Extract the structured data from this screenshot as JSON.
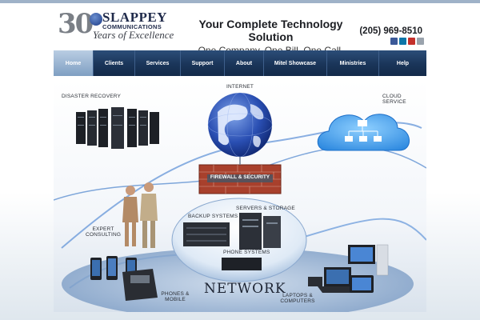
{
  "brand": {
    "logo_number": "30",
    "name": "SLAPPEY",
    "sub": "COMMUNICATIONS",
    "tagline": "Years of Excellence"
  },
  "header": {
    "tagline_main": "Your Complete Technology Solution",
    "tagline_sub": "One Company, One Bill, One Call.",
    "phone": "(205) 969-8510"
  },
  "social": [
    "facebook-icon",
    "linkedin-icon",
    "youtube-icon",
    "email-icon"
  ],
  "nav": {
    "items": [
      {
        "label": "Home",
        "active": true
      },
      {
        "label": "Clients",
        "active": false
      },
      {
        "label": "Services",
        "active": false
      },
      {
        "label": "Support",
        "active": false
      },
      {
        "label": "About",
        "active": false
      },
      {
        "label": "Mitel Showcase",
        "active": false
      },
      {
        "label": "Ministries",
        "active": false
      },
      {
        "label": "Help",
        "active": false
      }
    ]
  },
  "hero": {
    "disaster_recovery": "DISASTER RECOVERY",
    "internet": "INTERNET",
    "cloud_service": "CLOUD SERVICE",
    "firewall": "FIREWALL & SECURITY",
    "expert_consulting_1": "EXPERT",
    "expert_consulting_2": "CONSULTING",
    "servers_storage": "SERVERS & STORAGE",
    "backup_systems": "BACKUP SYSTEMS",
    "phone_systems": "PHONE SYSTEMS",
    "network": "NETWORK",
    "phones_mobile_1": "PHONES &",
    "phones_mobile_2": "MOBILE",
    "laptops_1": "LAPTOPS &",
    "laptops_2": "COMPUTERS"
  },
  "colors": {
    "nav_bg": "#1a3559",
    "nav_active": "#9fb8d6",
    "accent_blue": "#2f78c8",
    "brick": "#a8402c"
  }
}
